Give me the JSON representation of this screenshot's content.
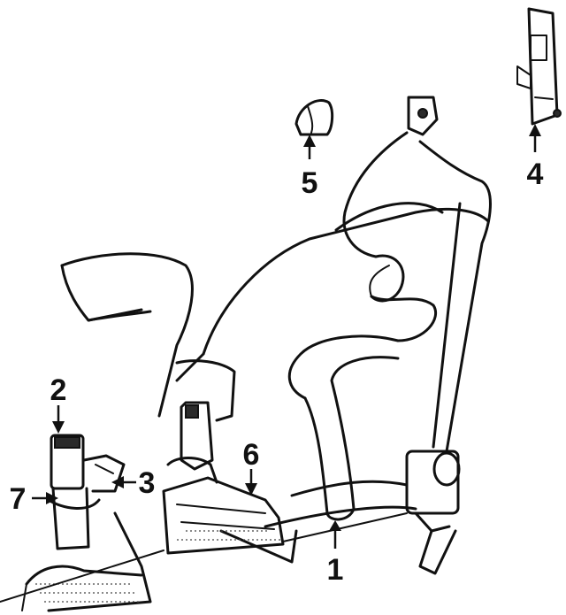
{
  "callouts": [
    {
      "id": "1",
      "label": "1"
    },
    {
      "id": "2",
      "label": "2"
    },
    {
      "id": "3",
      "label": "3"
    },
    {
      "id": "4",
      "label": "4"
    },
    {
      "id": "5",
      "label": "5"
    },
    {
      "id": "6",
      "label": "6"
    },
    {
      "id": "7",
      "label": "7"
    }
  ],
  "colors": {
    "ink": "#111111",
    "background": "#ffffff"
  }
}
